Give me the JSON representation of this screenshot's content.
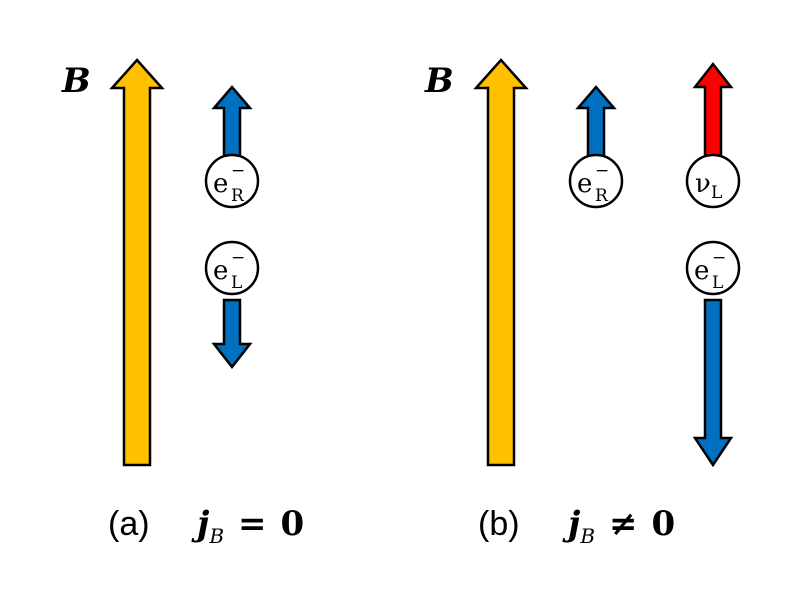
{
  "colors": {
    "field": "#FFC000",
    "spin_blue": "#0070C0",
    "spin_red": "#FF0000",
    "outline": "#000000",
    "particle_fill": "#FFFFFF"
  },
  "panels": [
    {
      "field_label": "B",
      "particles": [
        {
          "symbol": "e",
          "superscript": "−",
          "subscript": "R",
          "spin": "up"
        },
        {
          "symbol": "e",
          "superscript": "−",
          "subscript": "L",
          "spin": "down"
        }
      ],
      "caption": {
        "label": "(a)",
        "lhs": "j",
        "lhs_sub": "B",
        "relation": "=",
        "rhs": "0"
      }
    },
    {
      "field_label": "B",
      "particles": [
        {
          "symbol": "e",
          "superscript": "−",
          "subscript": "R",
          "spin": "up"
        },
        {
          "symbol": "ν",
          "superscript": "",
          "subscript": "L",
          "spin": "up"
        },
        {
          "symbol": "e",
          "superscript": "−",
          "subscript": "L",
          "spin": "down"
        }
      ],
      "caption": {
        "label": "(b)",
        "lhs": "j",
        "lhs_sub": "B",
        "relation": "≠",
        "rhs": "0"
      }
    }
  ]
}
